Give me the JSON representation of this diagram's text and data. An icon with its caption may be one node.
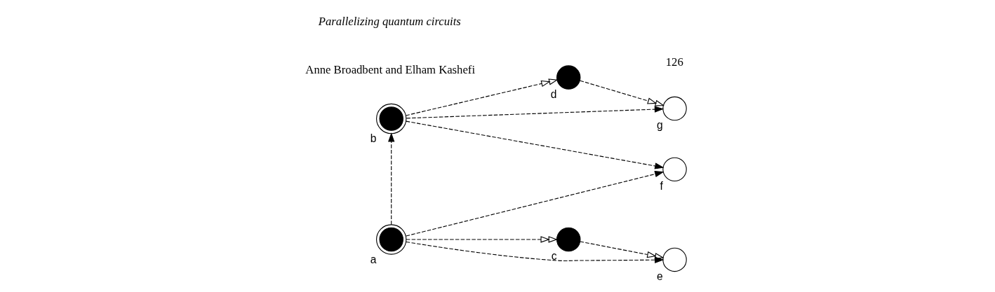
{
  "diagram": {
    "nodes": [
      {
        "text": [],
        "shape": "circle",
        "beside": [
          "b"
        ]
      },
      {
        "text": [],
        "shape": "circle",
        "beside": [
          "a"
        ]
      },
      {
        "text": [],
        "shape": "circle",
        "beside": [
          "d"
        ]
      },
      {
        "text": [],
        "shape": "circle",
        "beside": [
          "c"
        ]
      },
      {
        "text": [],
        "shape": "circle",
        "beside": [
          "g"
        ]
      },
      {
        "text": [],
        "shape": "circle",
        "beside": [
          "f"
        ]
      },
      {
        "text": [],
        "shape": "circle",
        "beside": [
          "e"
        ]
      }
    ],
    "edges": [
      {
        "from": 1,
        "to": 0,
        "arrow": "to",
        "style": "dashed"
      },
      {
        "from": 0,
        "to": 4,
        "arrow": "to",
        "style": "dashed"
      },
      {
        "from": 0,
        "to": 2,
        "arrow": "to",
        "style": "dashed"
      },
      {
        "from": 0,
        "to": 5,
        "arrow": "to",
        "style": "dashed"
      },
      {
        "from": 2,
        "to": 4,
        "arrow": "to",
        "style": "dashed"
      },
      {
        "from": 1,
        "to": 5,
        "arrow": "to",
        "style": "dashed"
      },
      {
        "from": 1,
        "to": 3,
        "arrow": "to",
        "style": "dashed"
      },
      {
        "from": 1,
        "to": 6,
        "arrow": "to",
        "style": "dashed"
      },
      {
        "from": 3,
        "to": 6,
        "arrow": "to",
        "style": "dashed"
      }
    ],
    "labels": [
      "Parallelizing quantum circuits",
      "Anne Broadbent and Elham Kashefi",
      "126"
    ]
  }
}
